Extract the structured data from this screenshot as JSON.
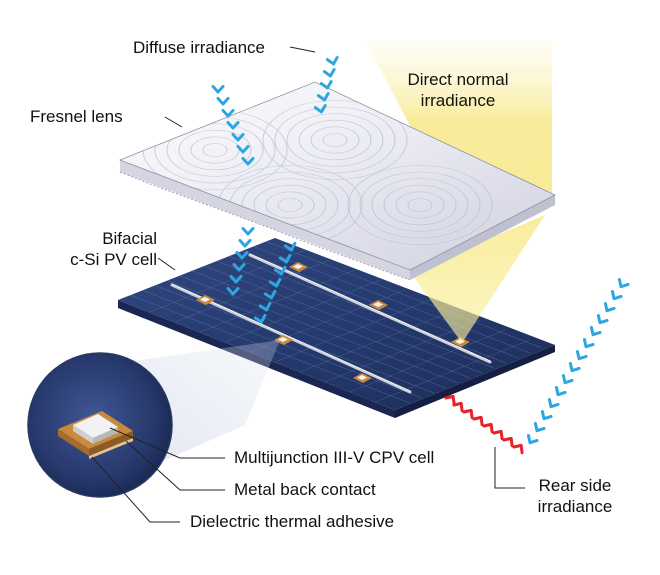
{
  "labels": {
    "diffuse": "Diffuse irradiance",
    "direct_line1": "Direct normal",
    "direct_line2": "irradiance",
    "fresnel": "Fresnel lens",
    "bifacial_line1": "Bifacial",
    "bifacial_line2": "c-Si PV cell",
    "cpv_cell": "Multijunction III-V CPV cell",
    "metal_contact": "Metal back contact",
    "adhesive": "Dielectric thermal adhesive",
    "rear_line1": "Rear side",
    "rear_line2": "irradiance"
  },
  "colors": {
    "diffuse_arrows": "#2ea6e0",
    "rear_arrows": "#e8202a",
    "direct_beam": "#f7e98a",
    "pv_cell": "#25386b",
    "lens": "#e6e6f0",
    "cpv_pad": "#c98a3d"
  },
  "icons": {
    "diffuse_arrows": "chevron-arrow-stream-icon",
    "rear_arrows": "chevron-arrow-stream-icon"
  }
}
